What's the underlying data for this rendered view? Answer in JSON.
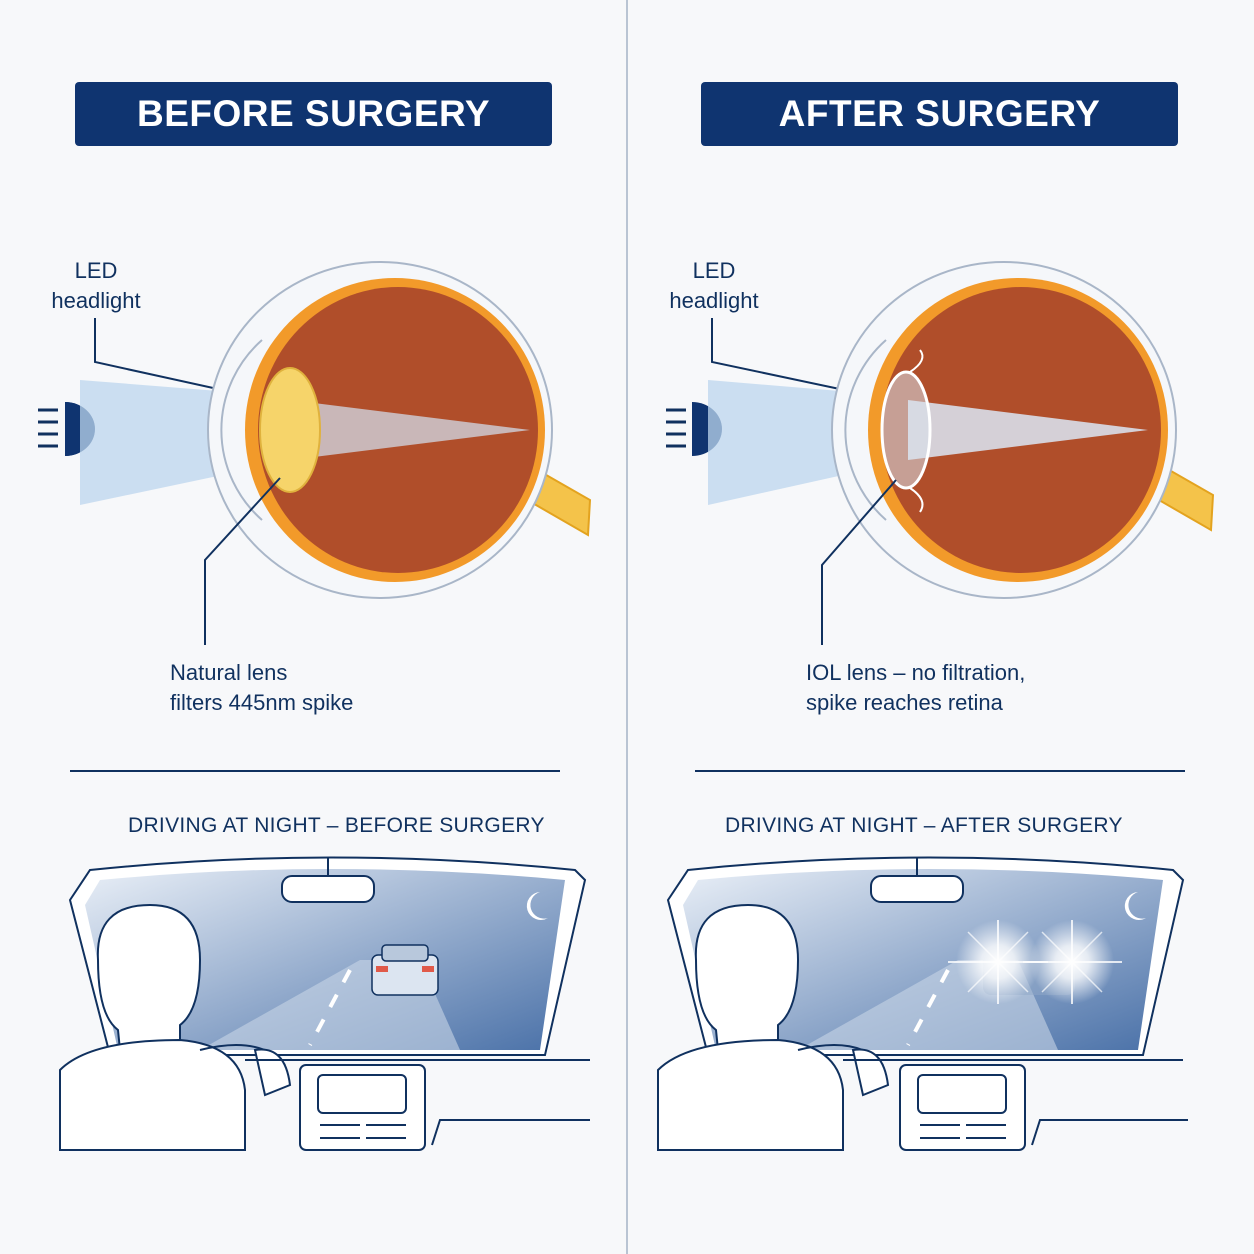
{
  "colors": {
    "navy": "#0f3470",
    "text": "#10315f",
    "eye_interior": "#b04e2a",
    "eye_rim": "#f29a2a",
    "optic_nerve": "#f4c34a",
    "lens_natural": "#f6d46a",
    "beam": "#bcd6ee",
    "night_sky": "#4a71a8"
  },
  "before": {
    "title": "BEFORE SURGERY",
    "source_label": "LED\nheadlight",
    "lens_label": "Natural lens\nfilters 445nm spike",
    "driving_title": "DRIVING AT NIGHT – BEFORE SURGERY",
    "icons": [
      "headlight-icon",
      "moon-icon",
      "car-icon",
      "driver-icon"
    ]
  },
  "after": {
    "title": "AFTER SURGERY",
    "source_label": "LED\nheadlight",
    "lens_label": "IOL lens – no filtration,\nspike reaches retina",
    "driving_title": "DRIVING AT NIGHT – AFTER SURGERY",
    "icons": [
      "headlight-icon",
      "moon-icon",
      "glare-icon",
      "driver-icon"
    ]
  }
}
